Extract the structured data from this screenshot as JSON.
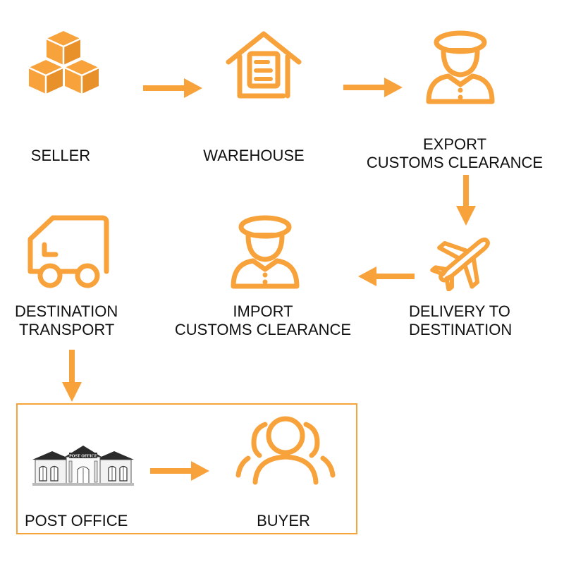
{
  "colors": {
    "accent": "#f7a23b",
    "text": "#111111",
    "box_border": "#f4a43a"
  },
  "nodes": {
    "seller": {
      "label": "SELLER",
      "icon": "boxes-icon"
    },
    "warehouse": {
      "label": "WAREHOUSE",
      "icon": "warehouse-icon"
    },
    "export": {
      "line1": "EXPORT",
      "line2": "CUSTOMS CLEARANCE",
      "icon": "customs-officer-icon"
    },
    "delivery": {
      "line1": "DELIVERY TO",
      "line2": "DESTINATION",
      "icon": "airplane-icon"
    },
    "import": {
      "line1": "IMPORT",
      "line2": "CUSTOMS CLEARANCE",
      "icon": "customs-officer-icon"
    },
    "transport": {
      "line1": "DESTINATION",
      "line2": "TRANSPORT",
      "icon": "truck-icon"
    },
    "post_office": {
      "label": "POST OFFICE",
      "sign": "POST OFFICE",
      "icon": "post-office-building-icon"
    },
    "buyer": {
      "label": "BUYER",
      "icon": "people-group-icon"
    }
  },
  "flow": [
    "seller",
    "warehouse",
    "export",
    "delivery",
    "import",
    "transport",
    "post_office",
    "buyer"
  ]
}
